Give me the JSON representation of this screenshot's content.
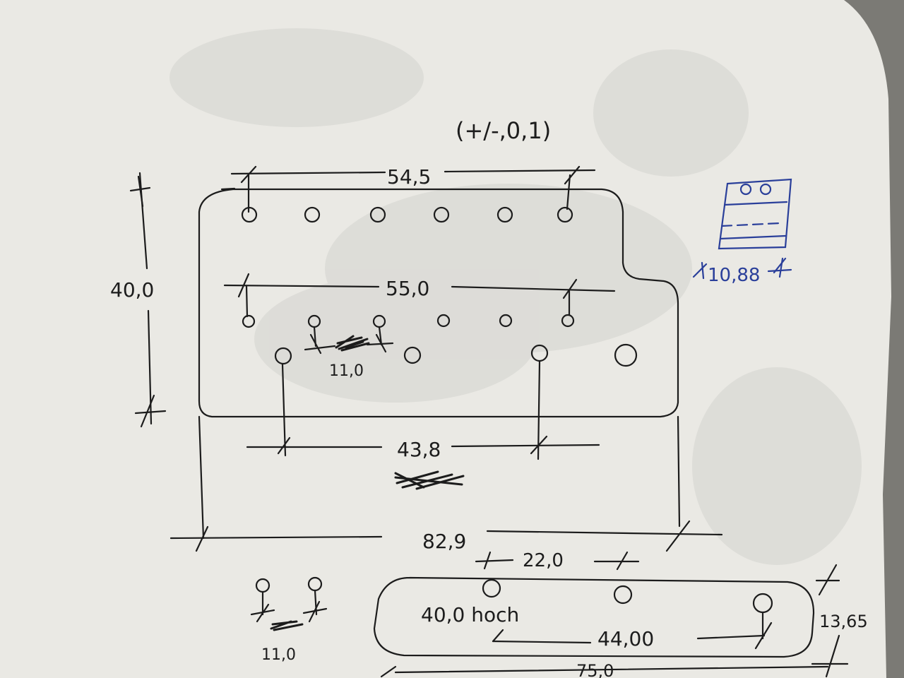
{
  "ink_color": "#1c1c1c",
  "blue_ink_color": "#2a3f9a",
  "paper_color": "#eae9e4",
  "tolerance": "(+/-,0,1)",
  "dimensions": {
    "top_hole_span": "54,5",
    "height": "40,0",
    "middle_hole_span": "55,0",
    "small_pitch": "11,0",
    "large_hole_span": "43,8",
    "total_width": "82,9",
    "lower_hole_span": "22,0",
    "bottom_plate_label": "40,0 hoch",
    "bottom_plate_span": "44,00",
    "bottom_plate_height": "13,65",
    "bottom_plate_width": "75,0",
    "small_pitch_detail": "11,0"
  },
  "icon_note": {
    "label": "10,88",
    "icon": "front-panel-icon"
  }
}
